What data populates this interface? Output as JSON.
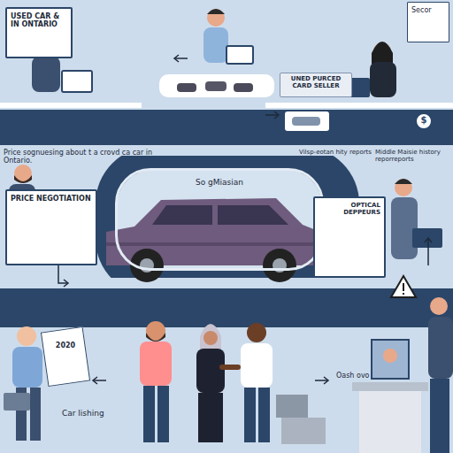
{
  "diagram": {
    "nodes": [
      {
        "text": [
          "USED CAR & IN ONTARIO"
        ]
      },
      {
        "text": [
          "UNED PURCED CARD SELLER"
        ]
      },
      {
        "text": [
          "Secor"
        ]
      },
      {
        "text": [
          "So gMiasian"
        ]
      },
      {
        "text": [
          "PRICE NEGOTIATION"
        ]
      },
      {
        "text": [
          "OPTICAL DEPPEURS"
        ]
      }
    ],
    "labels": [
      "Price sognuesing about t a crovd ca car in Ontario.",
      "Vilsp-eotan hity reports",
      "Middle Maisie history reporreports",
      "$",
      "2020",
      "Car lishing",
      "Oash ovo"
    ]
  }
}
